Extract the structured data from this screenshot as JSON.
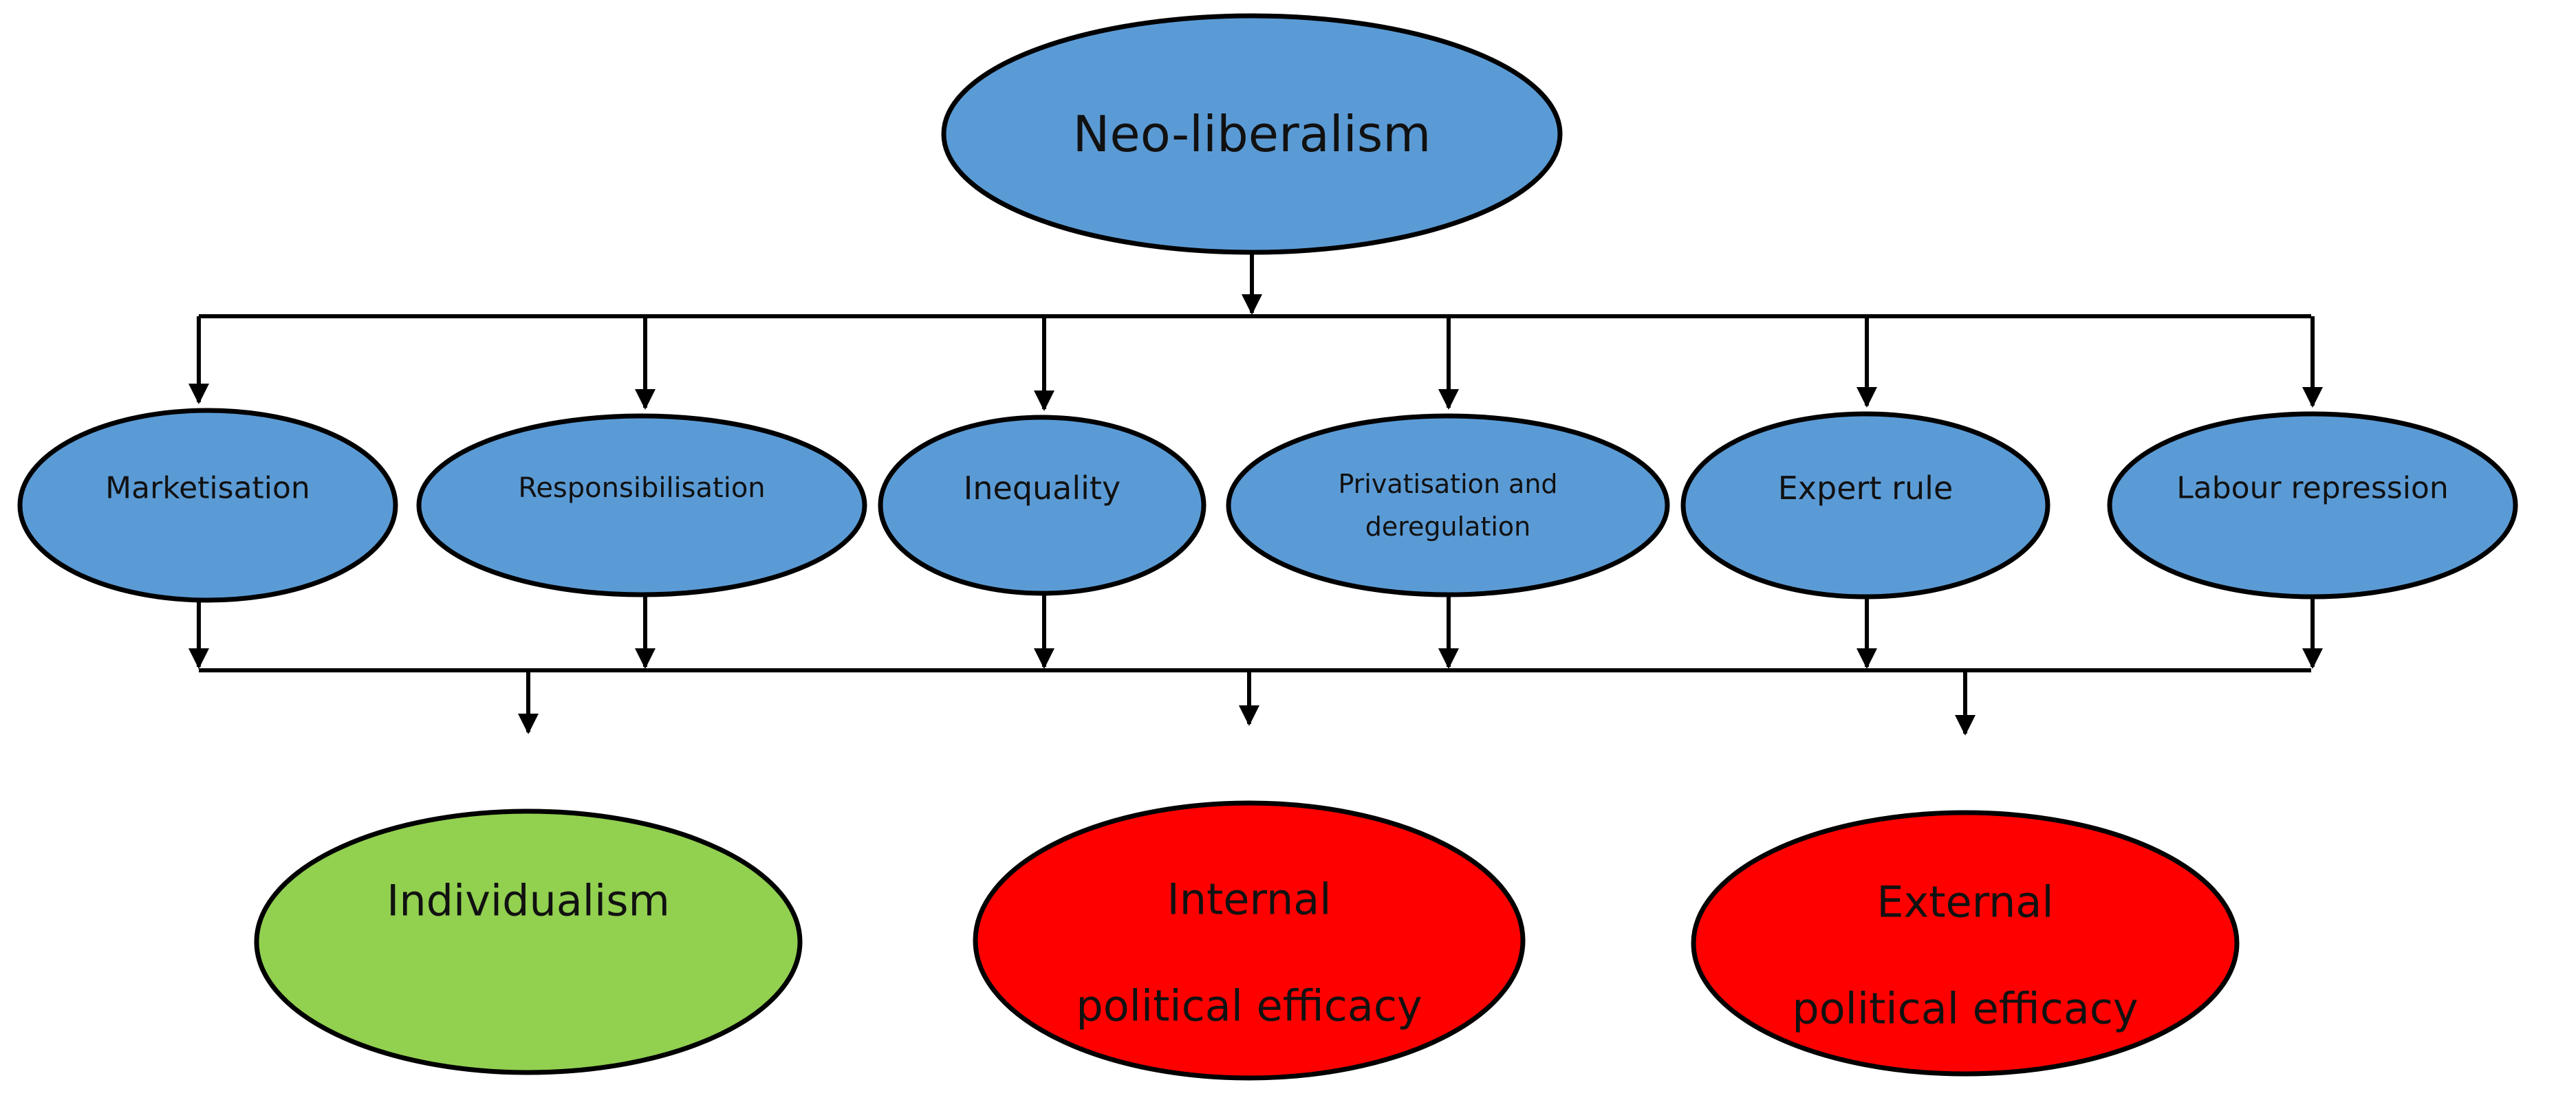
{
  "colors": {
    "root_fill": "#5b9bd5",
    "mechanism_fill": "#5b9bd5",
    "individualism_fill": "#92d050",
    "efficacy_fill": "#ff0000",
    "line_color": "#000000"
  },
  "root": {
    "label": "Neo-liberalism"
  },
  "mechanisms": [
    {
      "label_lines": [
        "Marketisation"
      ]
    },
    {
      "label_lines": [
        "Responsibilisation"
      ]
    },
    {
      "label_lines": [
        "Inequality"
      ]
    },
    {
      "label_lines": [
        "Privatisation and",
        "deregulation"
      ]
    },
    {
      "label_lines": [
        "Expert rule"
      ]
    },
    {
      "label_lines": [
        "Labour repression"
      ]
    }
  ],
  "outcomes": [
    {
      "label_lines": [
        "Individualism"
      ],
      "color_key": "individualism_fill"
    },
    {
      "label_lines": [
        "Internal",
        "political efficacy"
      ],
      "color_key": "efficacy_fill"
    },
    {
      "label_lines": [
        "External",
        "political efficacy"
      ],
      "color_key": "efficacy_fill"
    }
  ]
}
